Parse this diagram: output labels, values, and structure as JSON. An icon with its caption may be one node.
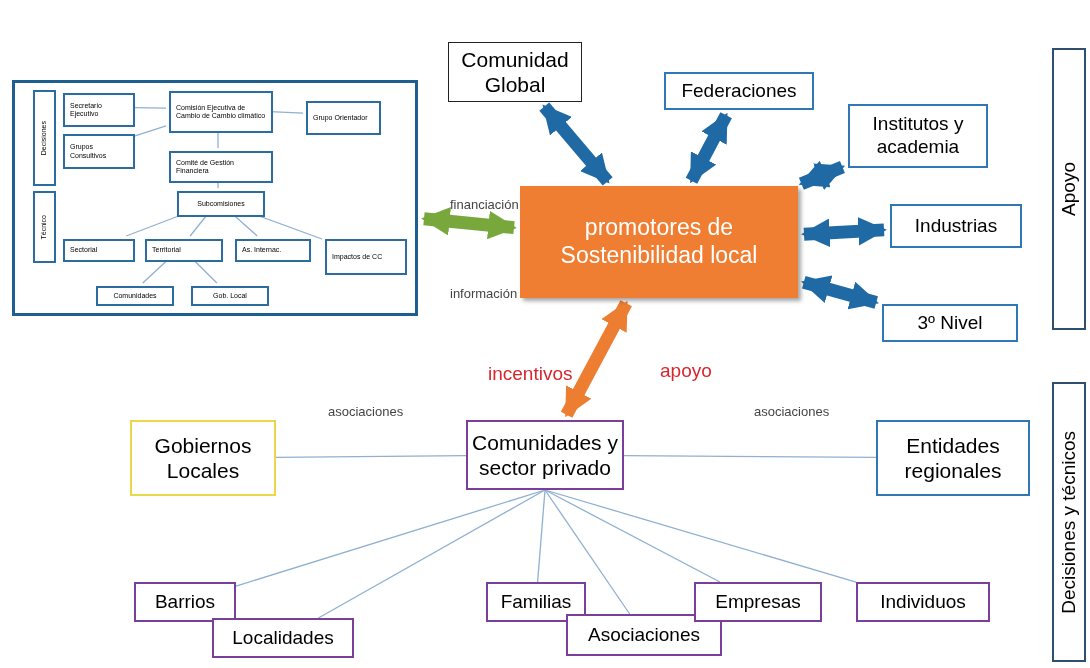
{
  "diagram": {
    "nodes": [
      {
        "text": [],
        "shape": "box"
      },
      {
        "text": [
          "Decisiones"
        ],
        "in": 0
      },
      {
        "text": [
          "Técnico"
        ],
        "in": 0
      },
      {
        "text": [
          "Secretario Ejecutivo"
        ],
        "in": 0
      },
      {
        "text": [
          "Grupos Consultivos"
        ],
        "in": 0
      },
      {
        "text": [
          "Comisión Ejecutiva de Cambio de Cambio climático"
        ],
        "in": 0
      },
      {
        "text": [
          "Grupo Orientador"
        ],
        "in": 0
      },
      {
        "text": [
          "Comité de Gestión Financiera"
        ],
        "in": 0
      },
      {
        "text": [
          "Subcomisiones"
        ],
        "in": 0
      },
      {
        "text": [
          "Sectorial"
        ],
        "in": 0
      },
      {
        "text": [
          "Territorial"
        ],
        "in": 0
      },
      {
        "text": [
          "As. Internac."
        ],
        "in": 0
      },
      {
        "text": [
          "Impactos de CC"
        ],
        "in": 0
      },
      {
        "text": [
          "Comunidades"
        ],
        "in": 0
      },
      {
        "text": [
          "Gob. Local"
        ],
        "in": 0
      },
      {
        "text": [
          "Comunidad Global"
        ]
      },
      {
        "text": [
          "Federaciones"
        ]
      },
      {
        "text": [
          "Institutos y academia"
        ]
      },
      {
        "text": [
          "Industrias"
        ]
      },
      {
        "text": [
          "3º Nivel"
        ]
      },
      {
        "text": [
          "promotores de Sostenibilidad local"
        ]
      },
      {
        "text": [
          "Apoyo"
        ]
      },
      {
        "text": [
          "Gobiernos Locales"
        ]
      },
      {
        "text": [
          "Comunidades y sector privado"
        ]
      },
      {
        "text": [
          "Entidades regionales"
        ]
      },
      {
        "text": [
          "Decisiones y técnicos"
        ]
      },
      {
        "text": [
          "Barrios"
        ]
      },
      {
        "text": [
          "Localidades"
        ]
      },
      {
        "text": [
          "Familias"
        ]
      },
      {
        "text": [
          "Asociaciones"
        ]
      },
      {
        "text": [
          "Empresas"
        ]
      },
      {
        "text": [
          "Individuos"
        ]
      }
    ],
    "edges": [
      {
        "from": 3,
        "to": 5,
        "arrow": "none"
      },
      {
        "from": 4,
        "to": 5,
        "arrow": "none"
      },
      {
        "from": 5,
        "to": 6,
        "arrow": "none"
      },
      {
        "from": 5,
        "to": 7,
        "arrow": "none"
      },
      {
        "from": 7,
        "to": 8,
        "arrow": "none"
      },
      {
        "from": 8,
        "to": 9,
        "arrow": "none"
      },
      {
        "from": 8,
        "to": 10,
        "arrow": "none"
      },
      {
        "from": 8,
        "to": 11,
        "arrow": "none"
      },
      {
        "from": 8,
        "to": 12,
        "arrow": "none"
      },
      {
        "from": 10,
        "to": 13,
        "arrow": "none"
      },
      {
        "from": 10,
        "to": 14,
        "arrow": "none"
      },
      {
        "from": 20,
        "to": 15,
        "arrow": "both",
        "style": "thick",
        "color": "#1f6aa5"
      },
      {
        "from": 20,
        "to": 16,
        "arrow": "both",
        "style": "thick",
        "color": "#1f6aa5"
      },
      {
        "from": 20,
        "to": 17,
        "arrow": "both",
        "style": "thick",
        "color": "#1f6aa5"
      },
      {
        "from": 20,
        "to": 18,
        "arrow": "both",
        "style": "thick",
        "color": "#1f6aa5"
      },
      {
        "from": 20,
        "to": 19,
        "arrow": "both",
        "style": "thick",
        "color": "#1f6aa5"
      },
      {
        "from": 0,
        "to": 20,
        "arrow": "both",
        "label": "financiación",
        "style": "thick",
        "color": "#78a83c"
      },
      {
        "from": 23,
        "to": 20,
        "arrow": "both",
        "label": "incentivos",
        "style": "thick",
        "color": "#ec7d31"
      },
      {
        "from": 22,
        "to": 23,
        "arrow": "none",
        "label": "asociaciones"
      },
      {
        "from": 23,
        "to": 24,
        "arrow": "none",
        "label": "asociaciones"
      },
      {
        "from": 23,
        "to": 26,
        "arrow": "none"
      },
      {
        "from": 23,
        "to": 27,
        "arrow": "none"
      },
      {
        "from": 23,
        "to": 28,
        "arrow": "none"
      },
      {
        "from": 23,
        "to": 29,
        "arrow": "none"
      },
      {
        "from": 23,
        "to": 30,
        "arrow": "none"
      },
      {
        "from": 23,
        "to": 31,
        "arrow": "none"
      }
    ],
    "labels": [
      "información",
      "apoyo"
    ]
  }
}
